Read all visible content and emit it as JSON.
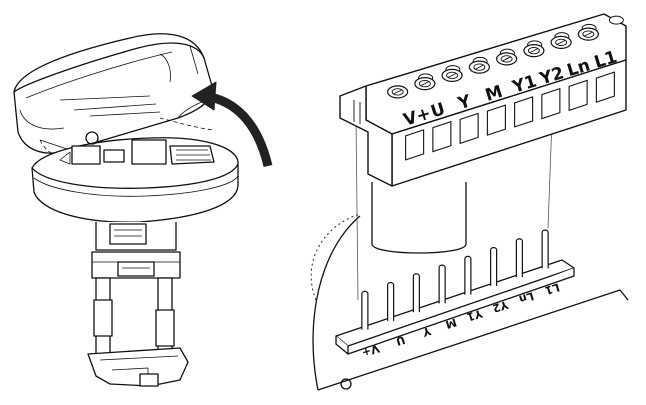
{
  "connector_block": {
    "terminal_labels": [
      "V+",
      "U",
      "Y",
      "M",
      "Y1",
      "Y2",
      "Ln",
      "L1"
    ]
  },
  "pcb_header": {
    "pin_labels": [
      "V+",
      "U",
      "Y",
      "M",
      "Y1",
      "Y2",
      "Ln",
      "L1"
    ]
  },
  "colors": {
    "line": "#111111",
    "background": "#ffffff",
    "arrow": "#222222",
    "light_fill": "#f2f2f2"
  }
}
